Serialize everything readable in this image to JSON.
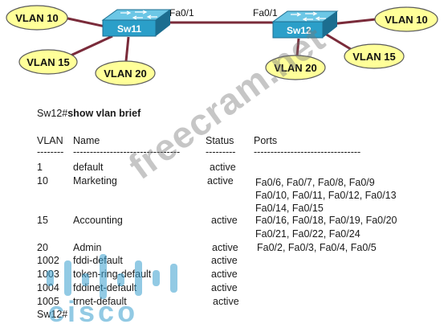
{
  "topology": {
    "switches": [
      {
        "id": "sw11",
        "name": "Sw11"
      },
      {
        "id": "sw12",
        "name": "Sw12"
      }
    ],
    "trunk_ports": {
      "sw11_side": "Fa0/1",
      "sw12_side": "Fa0/1"
    },
    "vlans_sw11": [
      "VLAN 10",
      "VLAN 15",
      "VLAN 20"
    ],
    "vlans_sw12": [
      "VLAN 10",
      "VLAN 20",
      "VLAN 15"
    ]
  },
  "cli": {
    "command_prompt": "Sw12#",
    "command": "show vlan brief",
    "headers": {
      "vlan": "VLAN",
      "name": "Name",
      "status": "Status",
      "ports": "Ports"
    },
    "separators": {
      "vlan": "--------",
      "name": "--------------------------------",
      "status": "---------",
      "ports": "--------------------------------"
    },
    "rows": [
      {
        "vlan": "1",
        "name": "default",
        "status": "active",
        "ports": []
      },
      {
        "vlan": "10",
        "name": "Marketing",
        "status": "active",
        "ports": [
          "Fa0/6, Fa0/7, Fa0/8, Fa0/9",
          "Fa0/10, Fa0/11, Fa0/12, Fa0/13",
          "Fa0/14, Fa0/15"
        ]
      },
      {
        "vlan": "15",
        "name": "Accounting",
        "status": "active",
        "ports": [
          "Fa0/16, Fa0/18, Fa0/19, Fa0/20",
          "Fa0/21, Fa0/22, Fa0/24"
        ]
      },
      {
        "vlan": "20",
        "name": "Admin",
        "status": "active",
        "ports": [
          "Fa0/2, Fa0/3, Fa0/4, Fa0/5"
        ]
      },
      {
        "vlan": "1002",
        "name": "fddi-default",
        "status": "active",
        "ports": []
      },
      {
        "vlan": "1003",
        "name": "token-ring-default",
        "status": "active",
        "ports": []
      },
      {
        "vlan": "1004",
        "name": "fddinet-default",
        "status": "active",
        "ports": []
      },
      {
        "vlan": "1005",
        "name": "trnet-default",
        "status": "active",
        "ports": []
      }
    ],
    "end_prompt": "Sw12#"
  },
  "watermark": {
    "text": "freecram.net",
    "logo_text": "cisco"
  },
  "colors": {
    "vlan_fill": "#ffff99",
    "vlan_stroke": "#5a5a5a",
    "link_color": "#7a2b3a",
    "switch_fill": "#2b9fc9",
    "switch_dark": "#1c6e90",
    "switch_top": "#6cc7e6",
    "watermark": "#9a9a9a",
    "logo_color": "#3aa0cf"
  }
}
